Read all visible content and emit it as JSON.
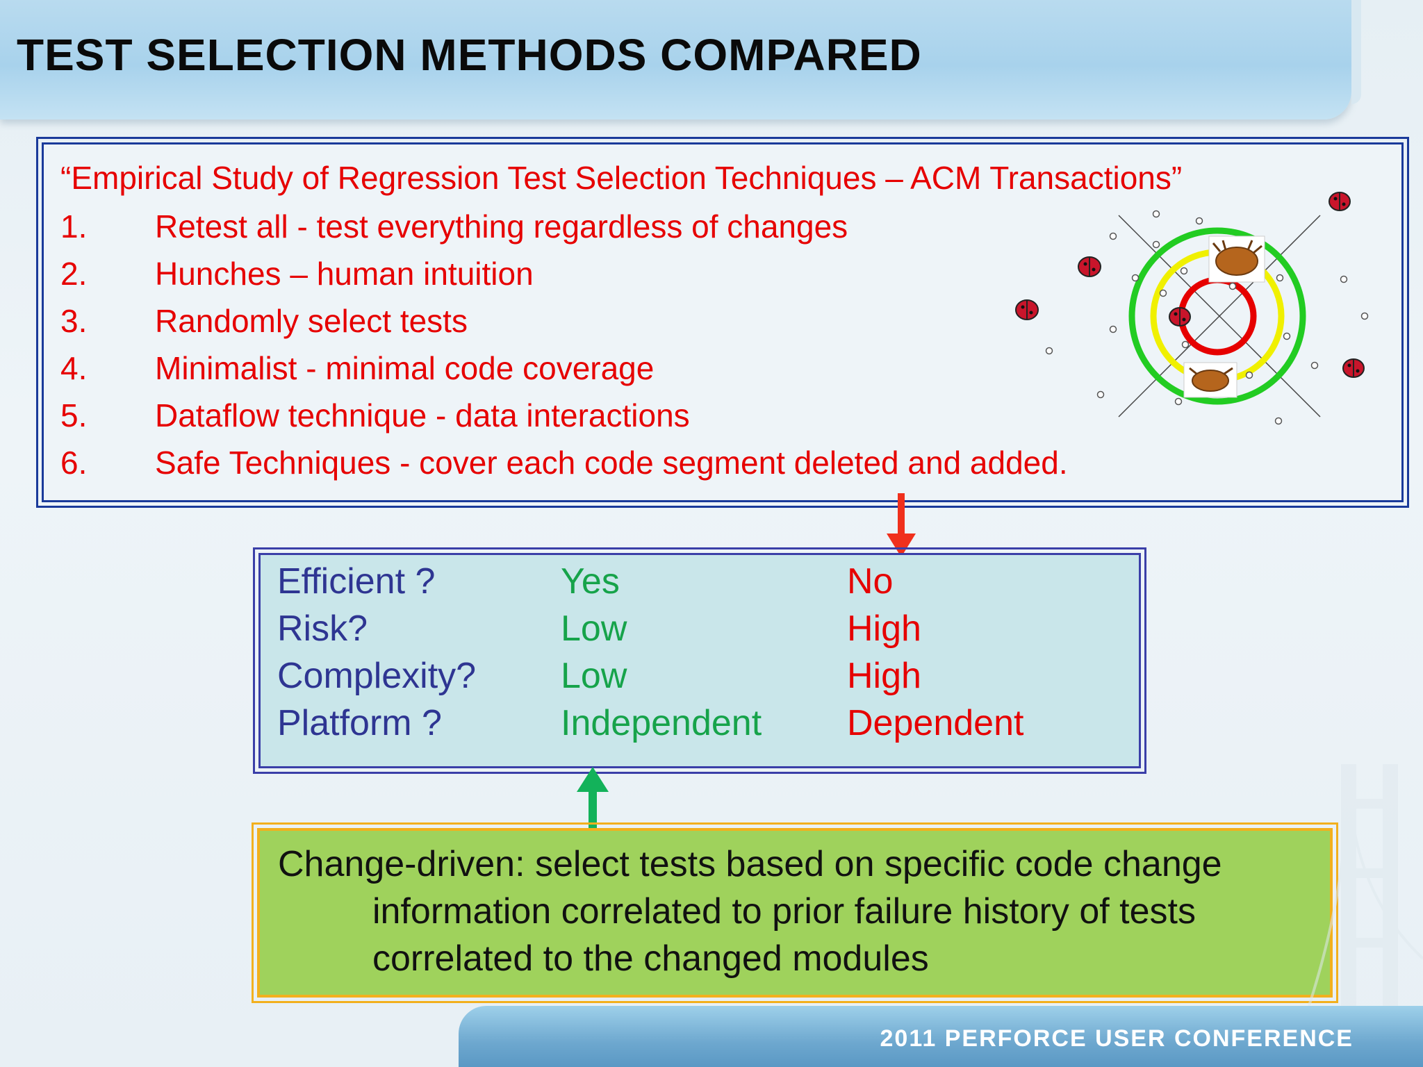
{
  "slide": {
    "title": "TEST SELECTION METHODS COMPARED",
    "footer": "2011 PERFORCE USER CONFERENCE"
  },
  "study": {
    "heading": "“Empirical Study of Regression Test Selection Techniques – ACM Transactions”",
    "items": [
      {
        "num": "1.",
        "text": "Retest all - test everything regardless of changes"
      },
      {
        "num": "2.",
        "text": "Hunches – human intuition"
      },
      {
        "num": "3.",
        "text": "Randomly select tests"
      },
      {
        "num": "4.",
        "text": "Minimalist - minimal code coverage"
      },
      {
        "num": "5.",
        "text": "Dataflow technique - data interactions"
      },
      {
        "num": "6.",
        "text": "Safe Techniques - cover each code segment deleted and added."
      }
    ]
  },
  "comparison": {
    "rows": [
      {
        "label": "Efficient ?",
        "yes": "Yes",
        "no": "No"
      },
      {
        "label": "Risk?",
        "yes": "Low",
        "no": "High"
      },
      {
        "label": "Complexity?",
        "yes": "Low",
        "no": "High"
      },
      {
        "label": "Platform ?",
        "yes": "Independent",
        "no": "Dependent"
      }
    ]
  },
  "change_driven": {
    "line1": "Change-driven: select tests based on specific code change",
    "line2": "information correlated to prior failure history of tests",
    "line3": "correlated to the changed modules"
  },
  "colors": {
    "title": "#0a0a0a",
    "study_text": "#e60000",
    "label": "#2e3592",
    "positive": "#16a34a",
    "negative": "#e60000",
    "change_box": "#9fd25c"
  }
}
